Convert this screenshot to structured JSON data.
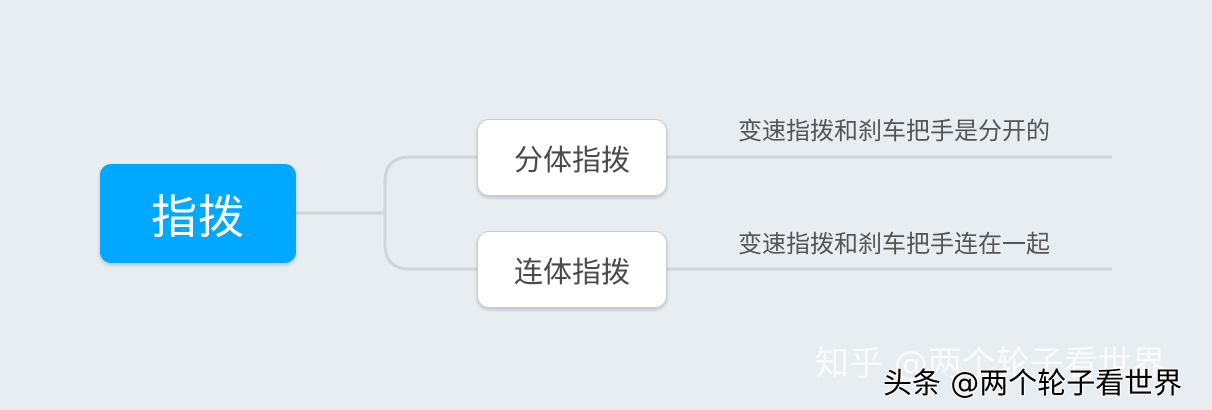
{
  "mindmap": {
    "root": {
      "label": "指拨",
      "color": "#00a8ff"
    },
    "branches": [
      {
        "label": "分体指拨",
        "note": "变速指拨和刹车把手是分开的"
      },
      {
        "label": "连体指拨",
        "note": "变速指拨和刹车把手连在一起"
      }
    ],
    "line_color": "#d0d5da"
  },
  "watermarks": {
    "faint": "知乎 @两个轮子看世界",
    "strong": "头条 @两个轮子看世界"
  }
}
